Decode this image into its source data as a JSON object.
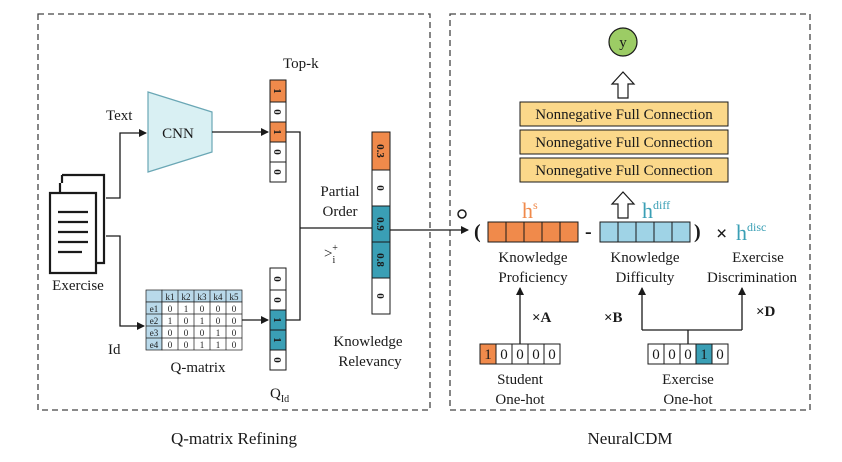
{
  "panels": {
    "left_caption": "Q-matrix Refining",
    "right_caption": "NeuralCDM"
  },
  "left": {
    "text_label": "Text",
    "id_label": "Id",
    "exercise_label": "Exercise",
    "cnn_label": "CNN",
    "topk_label": "Top-k",
    "topk_vector": [
      "1",
      "0",
      "1",
      "0",
      "0"
    ],
    "q_id_label": "Q",
    "q_id_sub": "Id",
    "q_id_vector": [
      "0",
      "0",
      "1",
      "1",
      "0"
    ],
    "qmatrix_label": "Q-matrix",
    "qmatrix_cols": [
      "k1",
      "k2",
      "k3",
      "k4",
      "k5"
    ],
    "qmatrix_rows": [
      {
        "name": "e1",
        "values": [
          "0",
          "1",
          "0",
          "0",
          "0"
        ]
      },
      {
        "name": "e2",
        "values": [
          "1",
          "0",
          "1",
          "0",
          "0"
        ]
      },
      {
        "name": "e3",
        "values": [
          "0",
          "0",
          "0",
          "1",
          "0"
        ]
      },
      {
        "name": "e4",
        "values": [
          "0",
          "0",
          "1",
          "1",
          "0"
        ]
      }
    ],
    "partial_order_label_1": "Partial",
    "partial_order_label_2": "Order",
    "order_symbol": ">",
    "order_sub": "i",
    "order_sup": "+",
    "relevancy_vector": [
      "0.3",
      "0",
      "0.9",
      "0.8",
      "0"
    ],
    "relevancy_label_1": "Knowledge",
    "relevancy_label_2": "Relevancy"
  },
  "right": {
    "output_label": "y",
    "fc_layers": [
      "Nonnegative Full Connection",
      "Nonnegative Full Connection",
      "Nonnegative Full Connection"
    ],
    "hs_label": "h",
    "hs_sup": "s",
    "hdiff_label": "h",
    "hdiff_sup": "diff",
    "hdisc_label": "h",
    "hdisc_sup": "disc",
    "open_paren": "(",
    "minus": "-",
    "close_paren": ")",
    "times": "×",
    "circle_op": "∘",
    "proficiency_label_1": "Knowledge",
    "proficiency_label_2": "Proficiency",
    "difficulty_label_1": "Knowledge",
    "difficulty_label_2": "Difficulty",
    "discrimination_label_1": "Exercise",
    "discrimination_label_2": "Discrimination",
    "xA": "×A",
    "xB": "×B",
    "xD": "×D",
    "student_vector": [
      "1",
      "0",
      "0",
      "0",
      "0"
    ],
    "student_label_1": "Student",
    "student_label_2": "One-hot",
    "exercise_vector": [
      "0",
      "0",
      "0",
      "1",
      "0"
    ],
    "exercise_label_1": "Exercise",
    "exercise_label_2": "One-hot"
  },
  "colors": {
    "orange": "#f08a4b",
    "teal": "#3a9fb5",
    "light_blue": "#9fd3e6",
    "fc_fill": "#fbd88a",
    "output_fill": "#9ccc65",
    "cnn_fill": "#d9f0f3"
  }
}
